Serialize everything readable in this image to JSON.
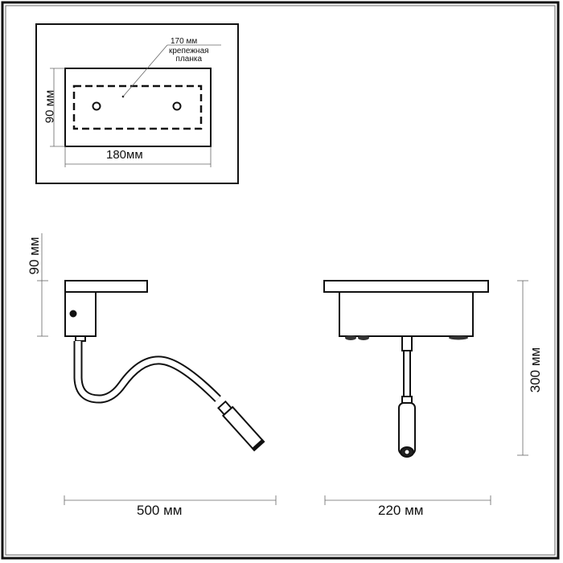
{
  "diagram": {
    "type": "technical-drawing",
    "subject": "wall lamp with flexible arm",
    "colors": {
      "line": "#111111",
      "dimension": "#555555",
      "background": "#ffffff"
    }
  },
  "top_view": {
    "width_label": "180мм",
    "height_label": "90 мм",
    "bracket_dim_label": "170 мм",
    "bracket_label_line1": "крепежная",
    "bracket_label_line2": "планка"
  },
  "side_view": {
    "height_label": "90 мм",
    "width_label": "500 мм"
  },
  "front_view": {
    "height_label": "300 мм",
    "width_label": "220 мм"
  }
}
